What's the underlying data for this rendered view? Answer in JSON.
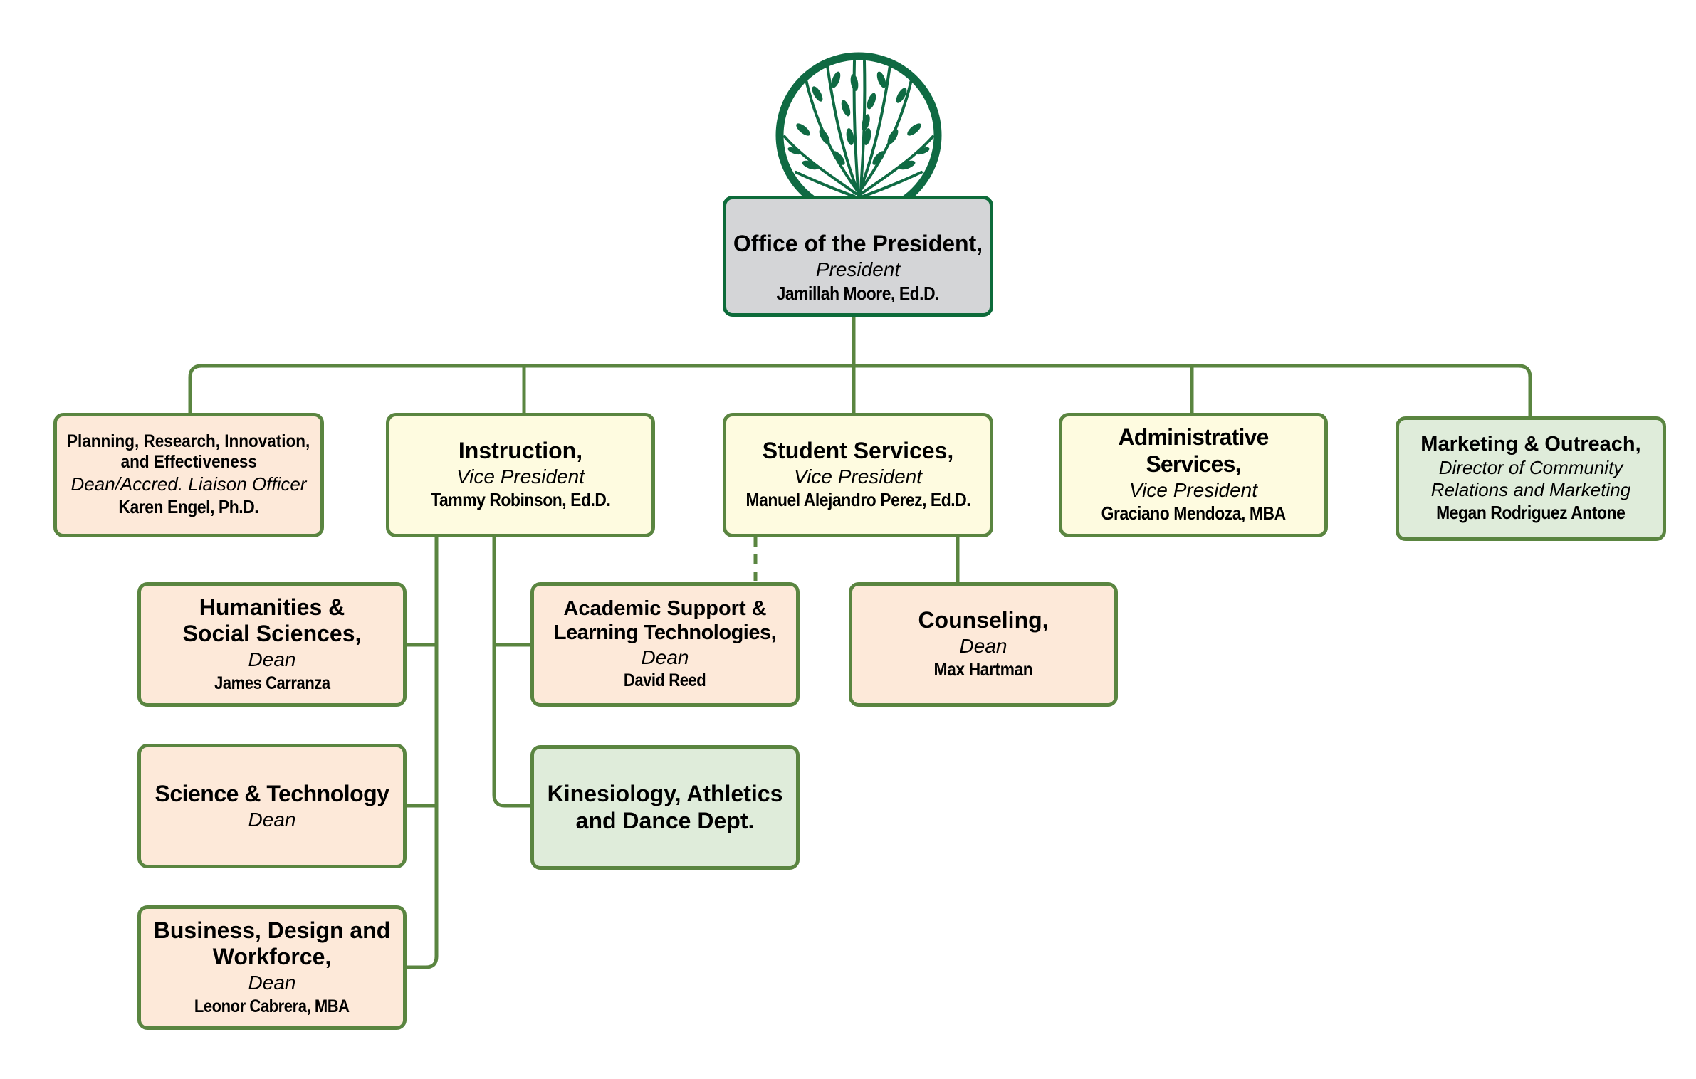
{
  "colors": {
    "connector": "#5a8540",
    "president_border": "#0d6b3a",
    "president_fill": "#d4d5d7",
    "dean_fill": "#fde9d9",
    "vp_fill": "#fefbe0",
    "dept_fill": "#dfecda",
    "logo": "#0f6a43"
  },
  "logo": {
    "icon": "tree-in-circle-logo"
  },
  "president": {
    "title": "Office of the President,",
    "role": "President",
    "person": "Jamillah Moore, Ed.D."
  },
  "top_row": [
    {
      "id": "planning",
      "title_lines": [
        "Planning, Research, Innovation,",
        "and Effectiveness"
      ],
      "role": "Dean/Accred. Liaison Officer",
      "person": "Karen Engel, Ph.D."
    },
    {
      "id": "instruction",
      "title": "Instruction,",
      "role": "Vice President",
      "person": "Tammy Robinson, Ed.D."
    },
    {
      "id": "student-services",
      "title": "Student Services,",
      "role": "Vice President",
      "person": "Manuel Alejandro Perez, Ed.D."
    },
    {
      "id": "administrative-services",
      "title": "Administrative Services,",
      "role": "Vice President",
      "person": "Graciano Mendoza, MBA"
    },
    {
      "id": "marketing",
      "title": "Marketing & Outreach,",
      "role_lines": [
        "Director of Community",
        "Relations and Marketing"
      ],
      "person": "Megan Rodriguez Antone"
    }
  ],
  "instruction_children": {
    "left": [
      {
        "id": "humanities",
        "title_lines": [
          "Humanities &",
          "Social Sciences,"
        ],
        "role": "Dean",
        "person": "James Carranza"
      },
      {
        "id": "science",
        "title": "Science & Technology",
        "role": "Dean"
      },
      {
        "id": "business",
        "title_lines": [
          "Business, Design and",
          "Workforce,"
        ],
        "role": "Dean",
        "person": "Leonor Cabrera, MBA"
      }
    ],
    "right": [
      {
        "id": "academic-support",
        "title_lines": [
          "Academic Support &",
          "Learning Technologies,"
        ],
        "role": "Dean",
        "person": "David Reed"
      },
      {
        "id": "kinesiology",
        "title_lines": [
          "Kinesiology, Athletics",
          "and Dance Dept."
        ]
      }
    ]
  },
  "student_services_children": [
    {
      "id": "counseling",
      "title": "Counseling,",
      "role": "Dean",
      "person": "Max Hartman"
    }
  ],
  "dotted_reports": [
    {
      "from": "student-services",
      "to": "academic-support",
      "style": "dashed"
    }
  ]
}
